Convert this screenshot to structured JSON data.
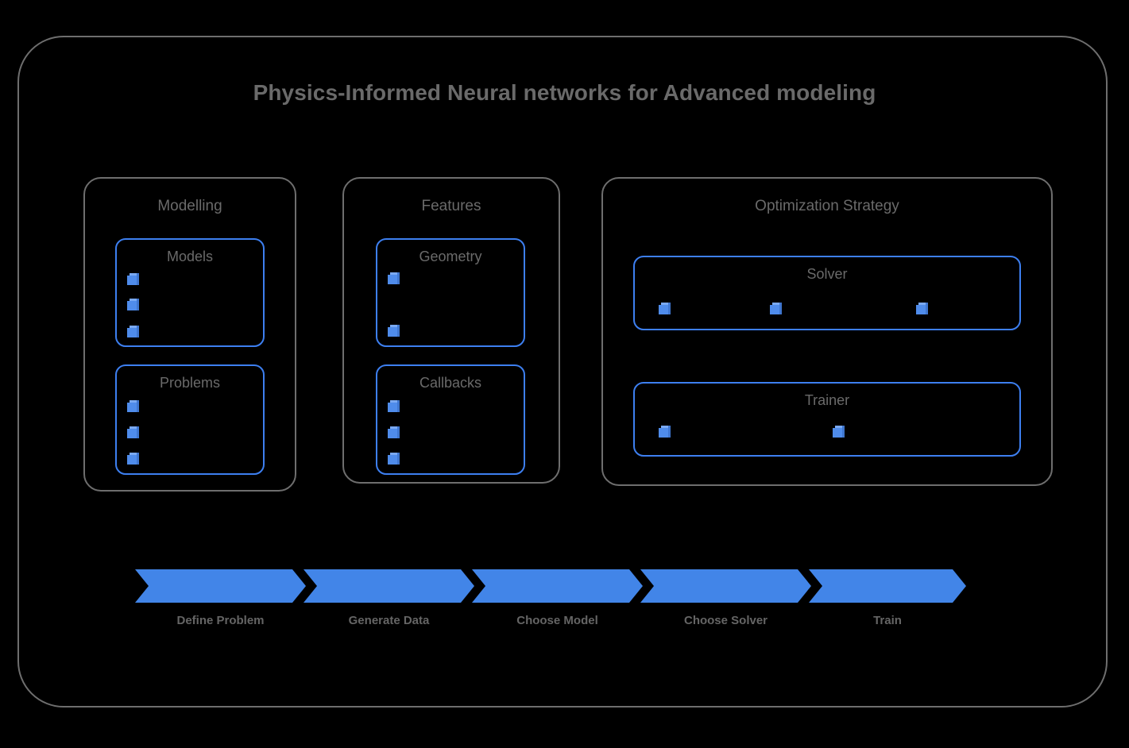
{
  "diagram": {
    "title": "Physics-Informed Neural networks for Advanced modeling",
    "colors": {
      "background": "#000000",
      "frame_border": "#6e6e6e",
      "group_border": "#6e6e6e",
      "sub_box_border": "#3d7ff0",
      "text": "#6a6a6a",
      "accent_blue": "#4285e8",
      "marker_blue": "#4f8ceb"
    }
  },
  "groups": [
    {
      "label": "Modelling",
      "boxes": [
        {
          "label": "Models",
          "marker_count": 3,
          "marker_layout": "vertical"
        },
        {
          "label": "Problems",
          "marker_count": 3,
          "marker_layout": "vertical"
        }
      ]
    },
    {
      "label": "Features",
      "boxes": [
        {
          "label": "Geometry",
          "marker_count": 2,
          "marker_layout": "vertical"
        },
        {
          "label": "Callbacks",
          "marker_count": 3,
          "marker_layout": "vertical"
        }
      ]
    },
    {
      "label": "Optimization Strategy",
      "boxes": [
        {
          "label": "Solver",
          "marker_count": 3,
          "marker_layout": "horizontal"
        },
        {
          "label": "Trainer",
          "marker_count": 2,
          "marker_layout": "horizontal"
        }
      ]
    }
  ],
  "process_flow": {
    "steps": [
      {
        "label": "Define Problem"
      },
      {
        "label": "Generate Data"
      },
      {
        "label": "Choose Model"
      },
      {
        "label": "Choose Solver"
      },
      {
        "label": "Train"
      }
    ]
  }
}
